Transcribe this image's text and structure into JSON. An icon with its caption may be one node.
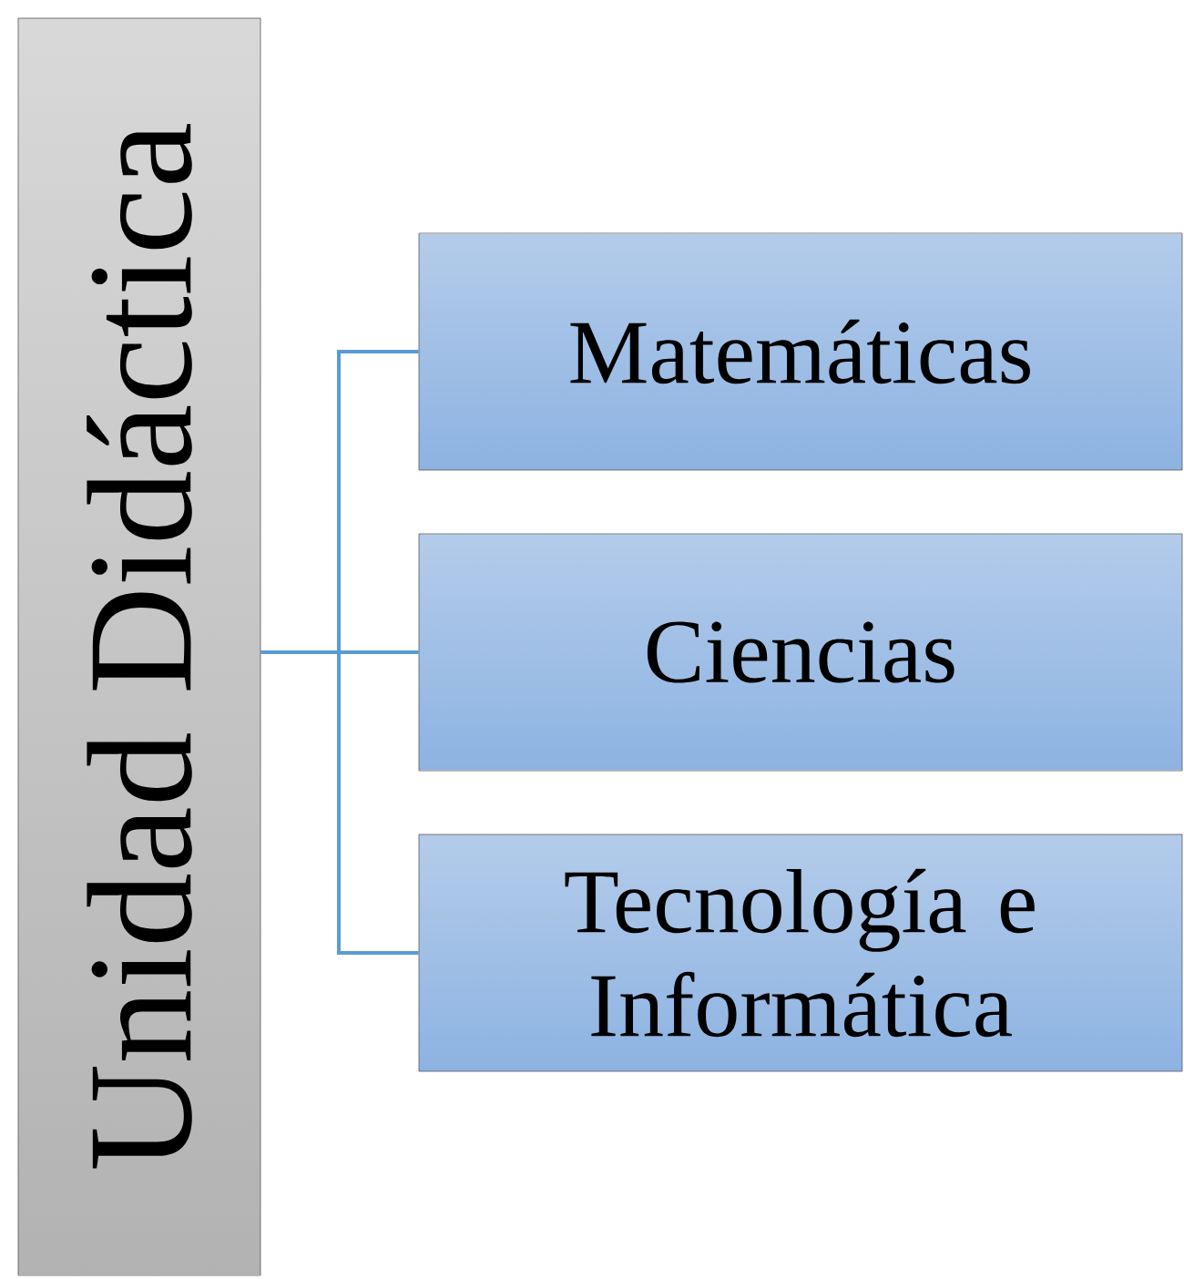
{
  "diagram": {
    "nodes": [
      {
        "text": [
          "Unidad Didáctica"
        ]
      },
      {
        "text": [
          "Matemáticas"
        ]
      },
      {
        "text": [
          "Ciencias"
        ]
      },
      {
        "text": [
          "Tecnología e Informática"
        ]
      }
    ],
    "edges": [
      {
        "from": 0,
        "to": 1,
        "arrow": "none"
      },
      {
        "from": 0,
        "to": 2,
        "arrow": "none"
      },
      {
        "from": 0,
        "to": 3,
        "arrow": "none"
      }
    ]
  }
}
